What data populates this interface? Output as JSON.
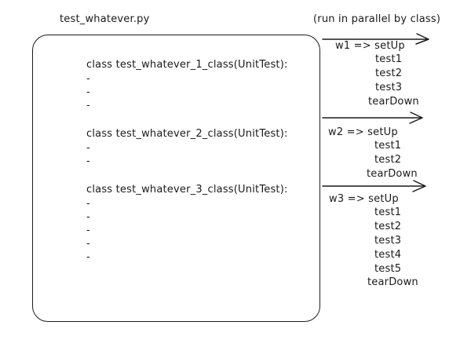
{
  "file_title": "test_whatever.py",
  "note": "(run in parallel by class)",
  "classes": [
    {
      "declaration": "class test_whatever_1_class(UnitTest):",
      "lines": [
        "-",
        "-",
        "-"
      ]
    },
    {
      "declaration": "class test_whatever_2_class(UnitTest):",
      "lines": [
        "-",
        "-"
      ]
    },
    {
      "declaration": "class test_whatever_3_class(UnitTest):",
      "lines": [
        "-",
        "-",
        "-",
        "-",
        "-"
      ]
    }
  ],
  "workers": [
    {
      "label": "w1 => setUp",
      "steps": [
        "test1",
        "test2",
        "test3",
        "tearDown"
      ]
    },
    {
      "label": "w2 => setUp",
      "steps": [
        "test1",
        "test2",
        "tearDown"
      ]
    },
    {
      "label": "w3 => setUp",
      "steps": [
        "test1",
        "test2",
        "test3",
        "test4",
        "test5",
        "tearDown"
      ]
    }
  ]
}
